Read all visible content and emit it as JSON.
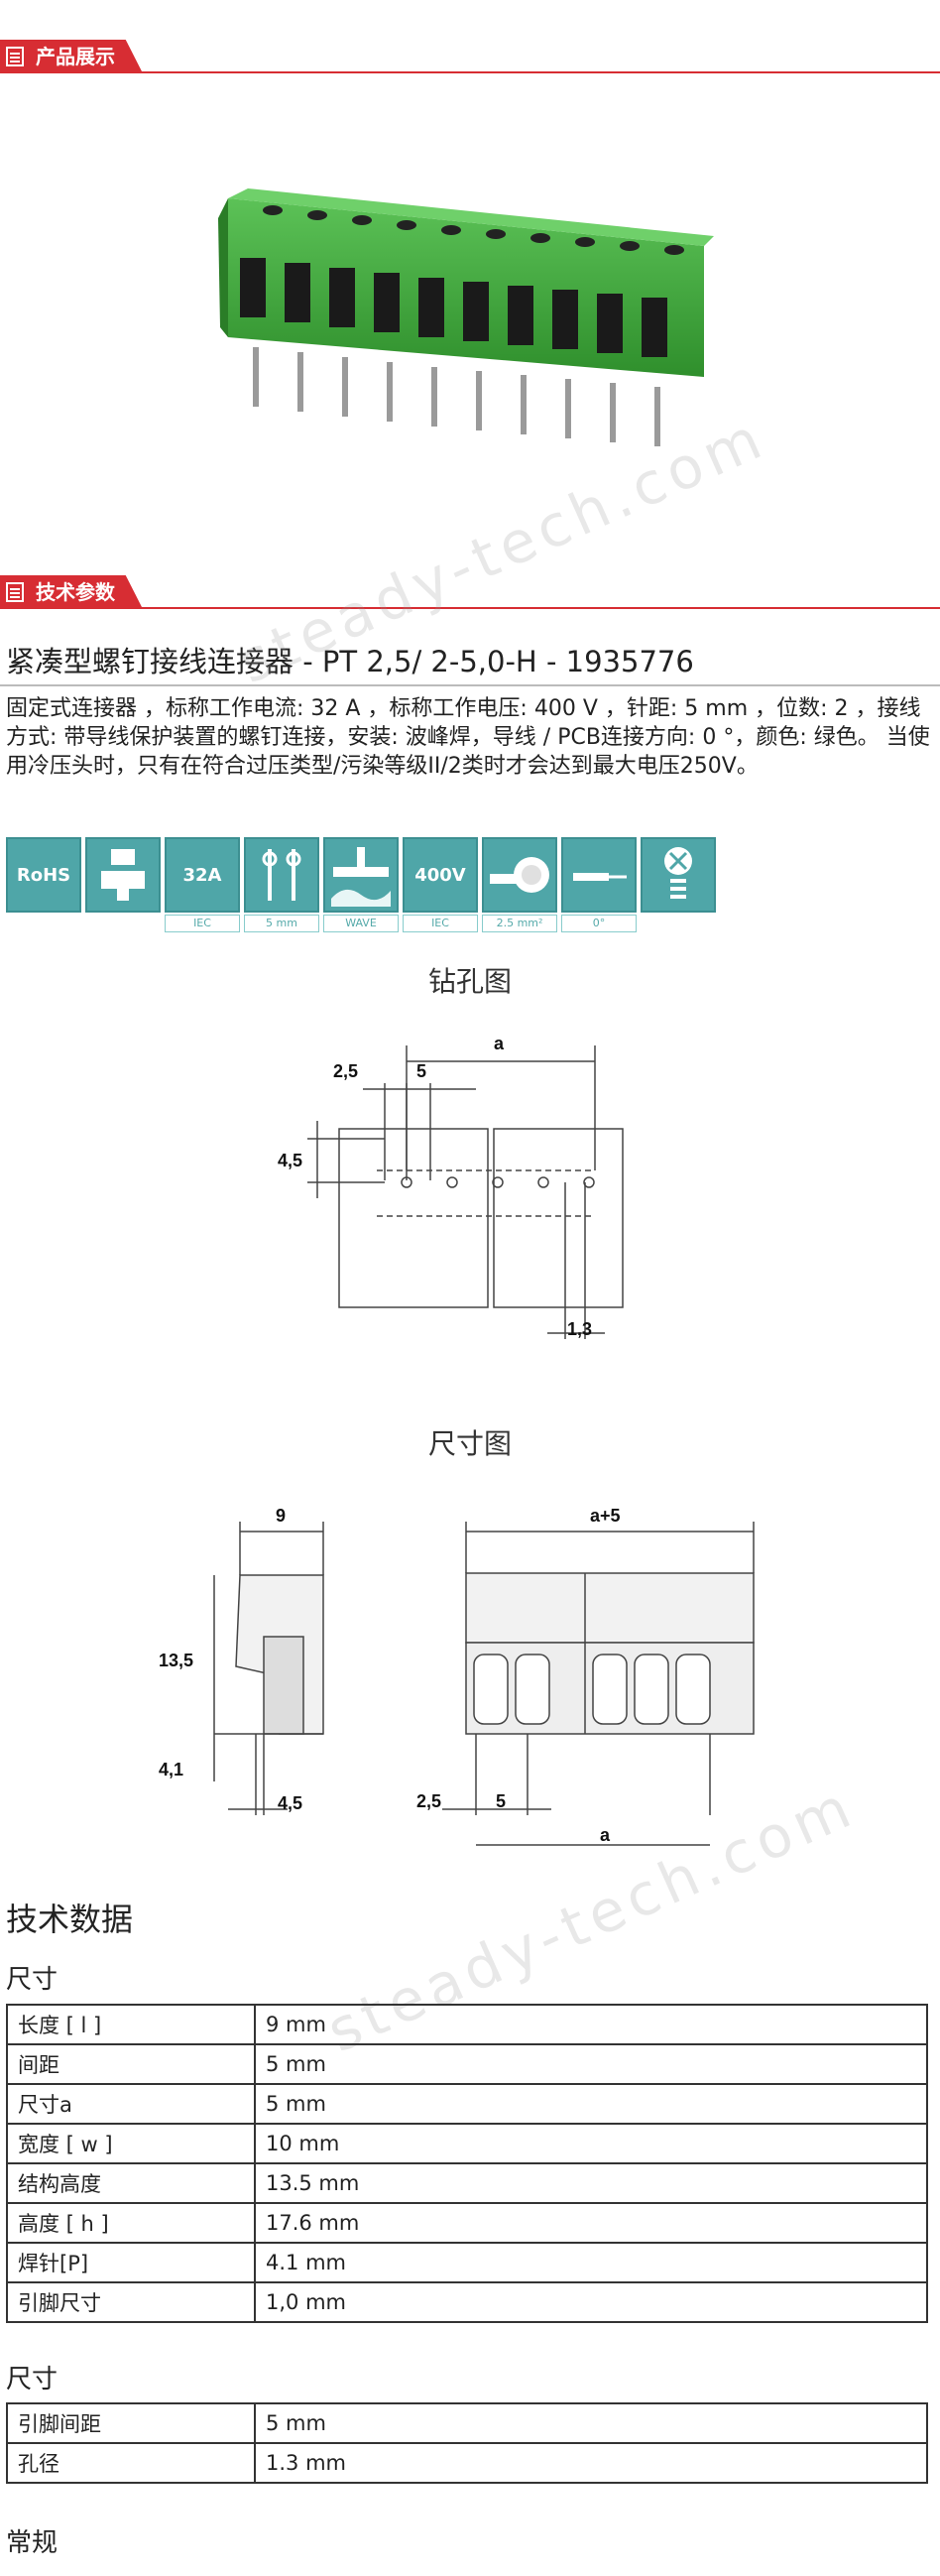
{
  "headers": {
    "product": "产品展示",
    "params": "技术参数"
  },
  "product": {
    "title": "紧凑型螺钉接线连接器 - PT 2,5/ 2-5,0-H - 1935776",
    "description": "固定式连接器 ，标称工作电流: 32 A ，标称工作电压: 400 V ，针距: 5 mm ，位数: 2 ，接线方式: 带导线保护装置的螺钉连接，安装: 波峰焊，导线 / PCB连接方向: 0 °，颜色: 绿色。 当使用冷压头时，只有在符合过压类型/污染等级II/2类时才会达到最大电压250V。",
    "color": "#3fa33a"
  },
  "icons": [
    {
      "name": "rohs-icon",
      "label": "RoHS",
      "sub": ""
    },
    {
      "name": "screw-connection-icon",
      "label": "",
      "sub": ""
    },
    {
      "name": "current-icon",
      "label": "32A",
      "sub": "IEC"
    },
    {
      "name": "pitch-icon",
      "label": "",
      "sub": "5 mm"
    },
    {
      "name": "wave-solder-icon",
      "label": "",
      "sub": "WAVE"
    },
    {
      "name": "voltage-icon",
      "label": "400V",
      "sub": "IEC"
    },
    {
      "name": "wire-size-icon",
      "label": "",
      "sub": "2.5 mm²"
    },
    {
      "name": "direction-icon",
      "label": "",
      "sub": "0°"
    },
    {
      "name": "screw-head-icon",
      "label": "",
      "sub": ""
    }
  ],
  "drilling": {
    "title": "钻孔图",
    "labels": {
      "a": "a",
      "d1": "2,5",
      "d2": "5",
      "d3": "4,5",
      "d4": "1,3"
    }
  },
  "dimensions": {
    "title": "尺寸图",
    "labels": {
      "w": "9",
      "h1": "13,5",
      "h2": "4,1",
      "x": "4,5",
      "a5": "a+5",
      "p1": "2,5",
      "p2": "5",
      "a": "a"
    }
  },
  "watermark": "steady-tech.com",
  "tech": {
    "heading": "技术数据",
    "groups": [
      {
        "title": "尺寸",
        "rows": [
          [
            "长度 [ l ]",
            "9 mm"
          ],
          [
            "间距",
            "5 mm"
          ],
          [
            "尺寸a",
            "5 mm"
          ],
          [
            "宽度 [ w ]",
            "10 mm"
          ],
          [
            "结构高度",
            "13.5 mm"
          ],
          [
            "高度 [ h ]",
            "17.6 mm"
          ],
          [
            "焊针[P]",
            "4.1 mm"
          ],
          [
            "引脚尺寸",
            "1,0 mm"
          ]
        ]
      },
      {
        "title": "尺寸",
        "rows": [
          [
            "引脚间距",
            "5 mm"
          ],
          [
            "孔径",
            "1.3 mm"
          ]
        ]
      },
      {
        "title": "常规",
        "rows": []
      }
    ]
  }
}
